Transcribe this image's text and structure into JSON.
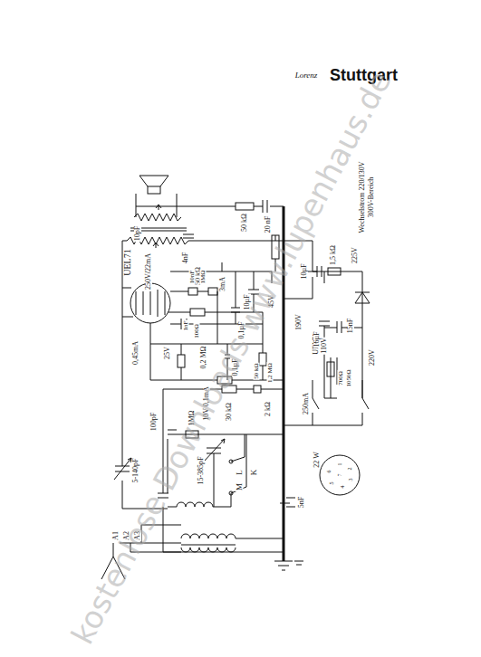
{
  "diagram": {
    "title": "Stuttgart",
    "labels": [
      "Lorenz",
      "UEL71",
      "10pF",
      "250V/22mA",
      "4nF",
      "50 kΩ",
      "3mA",
      "10nF",
      "1MΩ",
      "1nF",
      "100Ω",
      "0,1µF",
      "10µF",
      "45V",
      "0,45mA",
      "25V",
      "0,2 MΩ",
      "0,1µF",
      "50 kΩ",
      "1,2 MΩ",
      "190V",
      "10V 0,1mA",
      "30 kΩ",
      "2 kΩ",
      "250mA",
      "UEL71",
      "110V",
      "700Ω",
      "1050Ω",
      "220V",
      "10µF",
      "16µF",
      "15nF",
      "1,5 kΩ",
      "225V",
      "Wechselstrom 220/130V",
      "300V-Bereich",
      "50 kΩ",
      "20 nF",
      "5-140pF",
      "100pF",
      "1MΩ",
      "15-385pF",
      "L",
      "K",
      "M",
      "5nF",
      "A1",
      "A2",
      "A3",
      "22 W",
      "1",
      "2",
      "3",
      "4",
      "5",
      "6",
      "7",
      "kostenlose Downloads www.lupenhaus.de"
    ]
  }
}
